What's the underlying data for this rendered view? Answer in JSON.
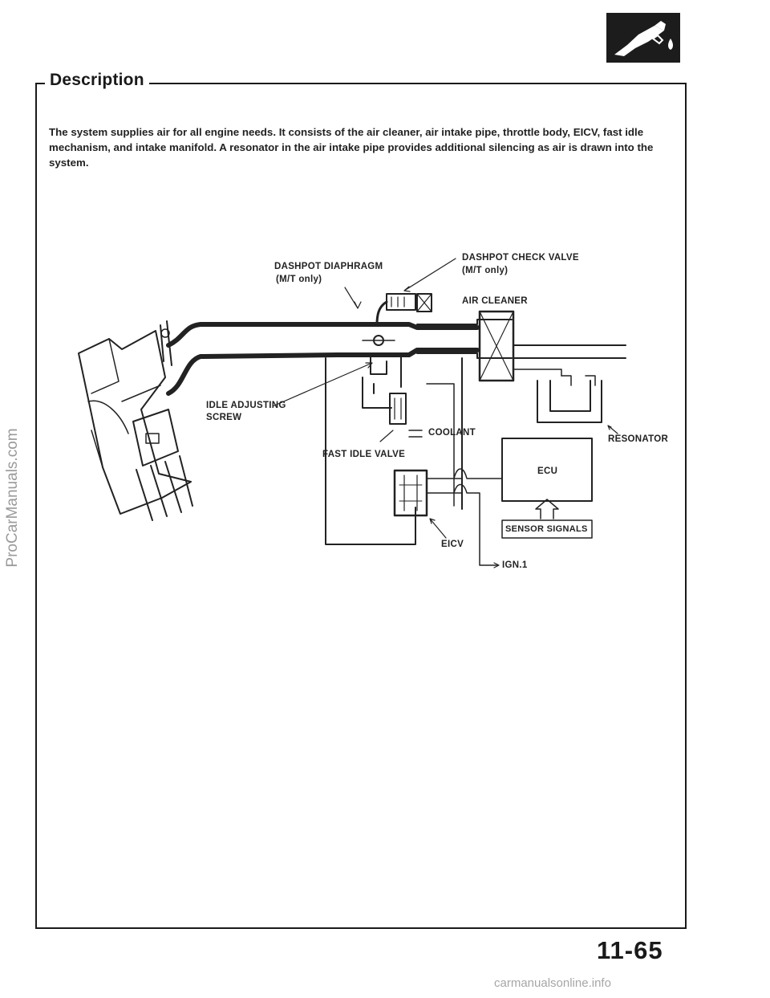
{
  "watermark_side": "ProCarManuals.com",
  "section": {
    "title": "Description",
    "intro": "The system supplies air for all engine needs. It consists of the air cleaner, air intake pipe, throttle body, EICV, fast idle mechanism, and intake manifold. A resonator in the air intake pipe provides additional silencing as air is drawn into the system."
  },
  "diagram": {
    "labels": {
      "dashpot_diaphragm": "DASHPOT DIAPHRAGM",
      "dashpot_diaphragm_note": "(M/T only)",
      "dashpot_check_valve": "DASHPOT CHECK VALVE",
      "dashpot_check_valve_note": "(M/T only)",
      "air_cleaner": "AIR CLEANER",
      "idle_adjusting_screw_1": "IDLE ADJUSTING",
      "idle_adjusting_screw_2": "SCREW",
      "coolant": "COOLANT",
      "fast_idle_valve": "FAST IDLE VALVE",
      "resonator": "RESONATOR",
      "ecu": "ECU",
      "sensor_signals": "SENSOR SIGNALS",
      "eicv": "EICV",
      "ign": "IGN.1"
    }
  },
  "page_number": "11-65",
  "footer_url": "carmanualsonline.info"
}
